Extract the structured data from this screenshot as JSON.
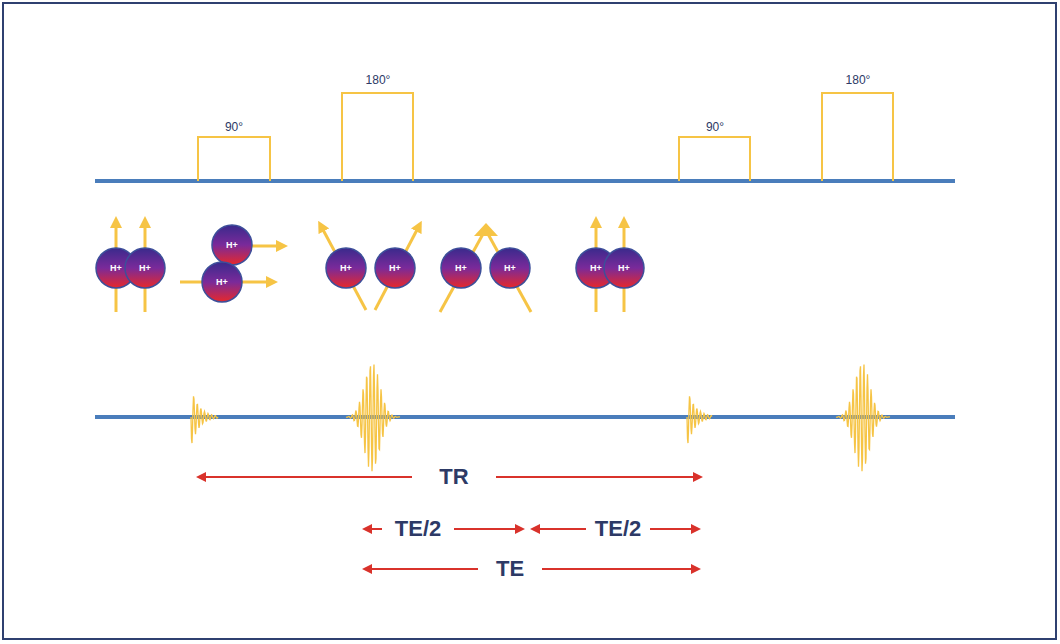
{
  "diagram": {
    "nodes": [
      {
        "text": [
          "H+"
        ]
      },
      {
        "text": [
          "H+"
        ]
      },
      {
        "text": [
          "H+"
        ]
      },
      {
        "text": [
          "H+"
        ]
      },
      {
        "text": [
          "H+"
        ]
      },
      {
        "text": [
          "H+"
        ]
      },
      {
        "text": [
          "H+"
        ]
      },
      {
        "text": [
          "H+"
        ]
      },
      {
        "text": [
          "H+"
        ]
      },
      {
        "text": [
          "H+"
        ]
      }
    ],
    "labels": [
      "90°",
      "180°",
      "90°",
      "180°",
      "TR",
      "TE/2",
      "TE/2",
      "TE"
    ]
  }
}
